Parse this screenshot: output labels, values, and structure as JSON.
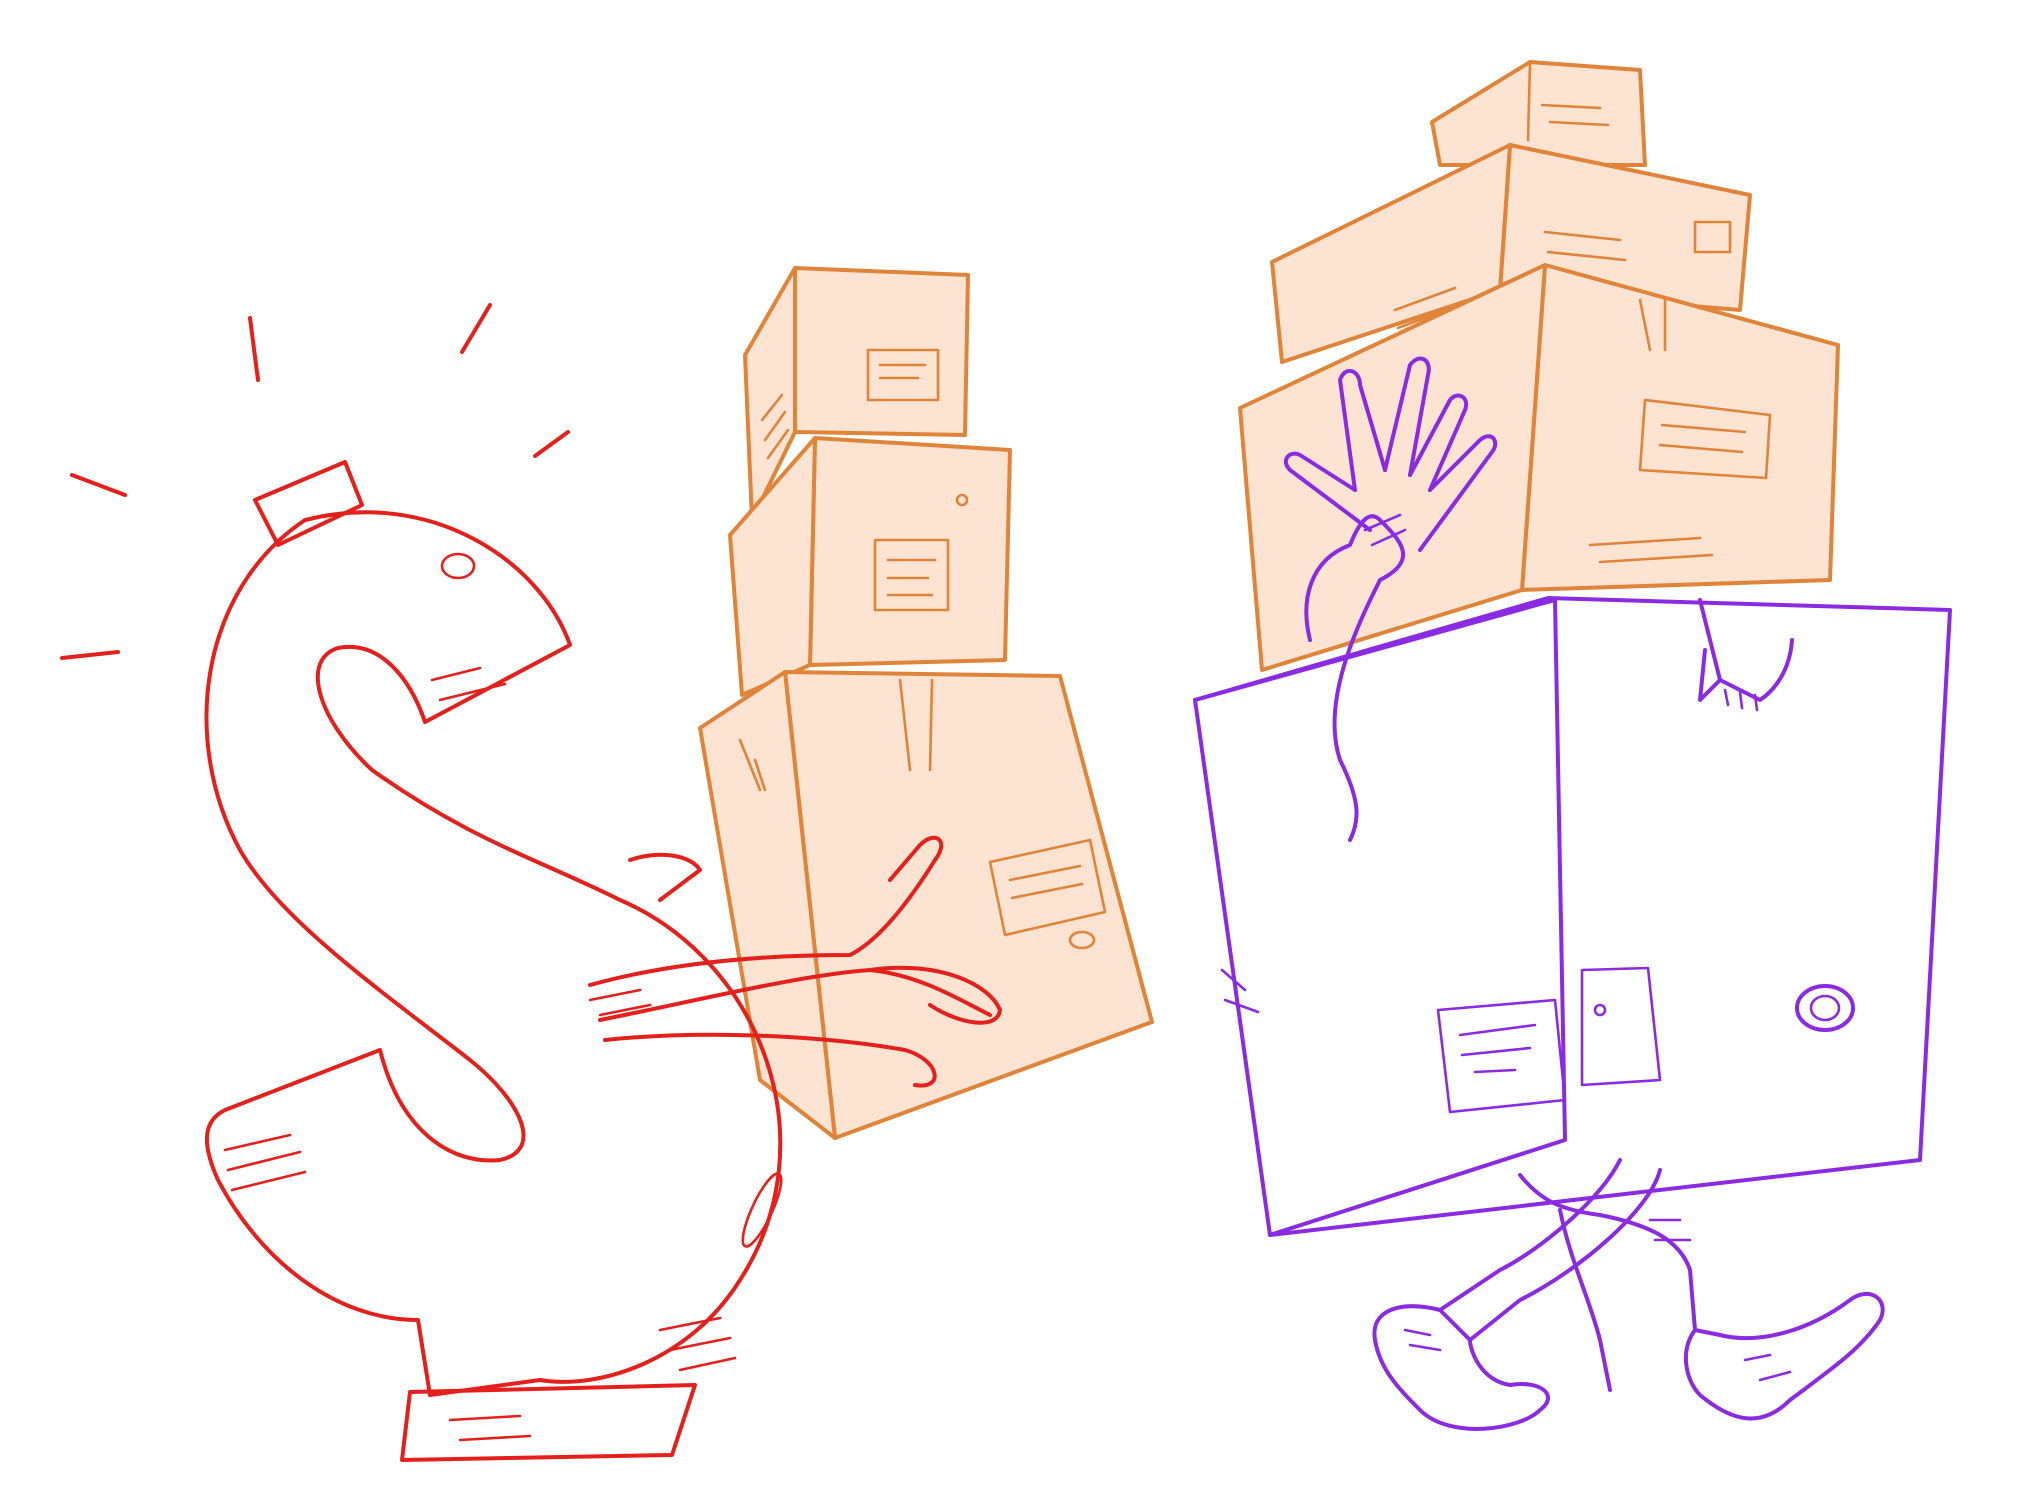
{
  "illustration": {
    "colors": {
      "dollar": "#e4201c",
      "boxes_outline": "#e0843a",
      "boxes_fill": "#fce3d2",
      "carrier": "#8a2be2",
      "background": "#ffffff"
    },
    "figures": [
      "dollar-sign-character",
      "left-box-stack",
      "right-box-stack",
      "walking-carrier-with-boxes"
    ]
  }
}
